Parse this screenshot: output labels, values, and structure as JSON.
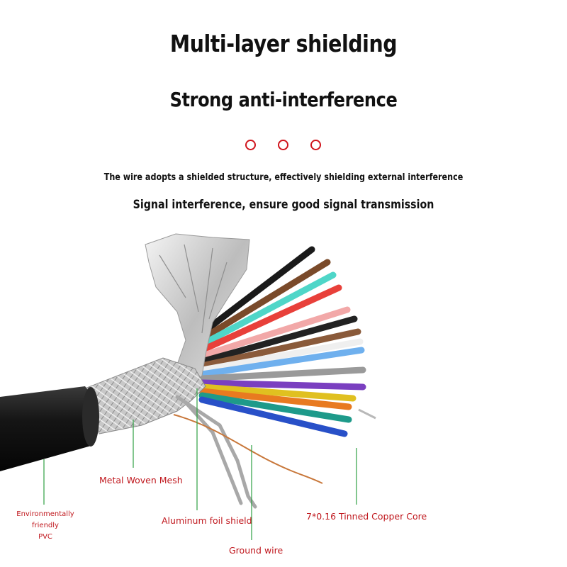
{
  "header": {
    "title": "Multi-layer shielding",
    "subtitle": "Strong anti-interference"
  },
  "description": {
    "line1": "The wire adopts a shielded structure, effectively shielding external interference",
    "line2": "Signal interference, ensure good signal transmission"
  },
  "labels": {
    "metal_mesh": "Metal Woven Mesh",
    "pvc_line1": "Environmentally friendly",
    "pvc_line2": "PVC",
    "foil": "Aluminum foil shield",
    "ground": "Ground wire",
    "core": "7*0.16 Tinned Copper Core"
  },
  "colors": {
    "accent_red": "#d0141c",
    "leader_green": "#2ea043",
    "jacket": "#111111",
    "wires": [
      "#1a1a1a",
      "#7a4a2a",
      "#4fd6c8",
      "#e8403a",
      "#f2a8a8",
      "#222222",
      "#8a5a3a",
      "#f0f0f0",
      "#6fb0ee",
      "#9a9a9a",
      "#7a3fc0",
      "#e0c020",
      "#e87a20",
      "#1e9a8a",
      "#2850c8"
    ]
  }
}
